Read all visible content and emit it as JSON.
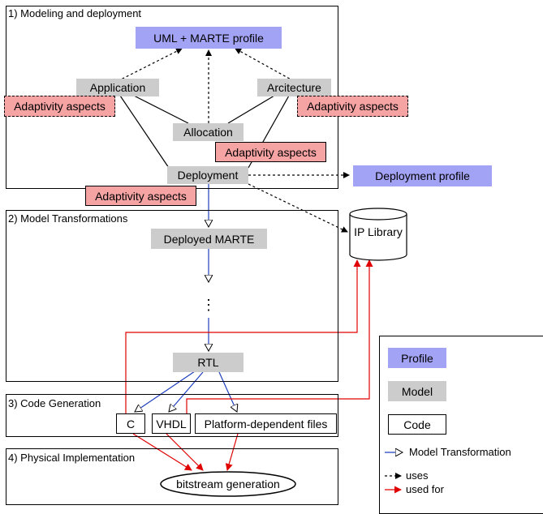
{
  "sections": {
    "modeling": "1) Modeling and deployment",
    "transformations": "2) Model Transformations",
    "codegen": "3) Code Generation",
    "physical": "4) Physical Implementation"
  },
  "nodes": {
    "uml_marte": "UML + MARTE profile",
    "application": "Application",
    "architecture": "Arcitecture",
    "allocation": "Allocation",
    "deployment": "Deployment",
    "deployment_profile": "Deployment profile",
    "adaptivity": "Adaptivity aspects",
    "ip_library": "IP Library",
    "deployed_marte": "Deployed MARTE",
    "ellipsis": "⋮",
    "rtl": "RTL",
    "code_c": "C",
    "code_vhdl": "VHDL",
    "code_platform": "Platform-dependent files",
    "bitstream": "bitstream generation"
  },
  "legend": {
    "profile": "Profile",
    "model": "Model",
    "code": "Code",
    "model_transformation": "Model Transformation",
    "uses": "uses",
    "used_for": "used for"
  },
  "colors": {
    "profile": "#a3a3f5",
    "model": "#cccccc",
    "adaptivity": "#f5a3a3",
    "transformation_arrow": "#1f3fbf",
    "used_for_arrow": "#e00000"
  }
}
